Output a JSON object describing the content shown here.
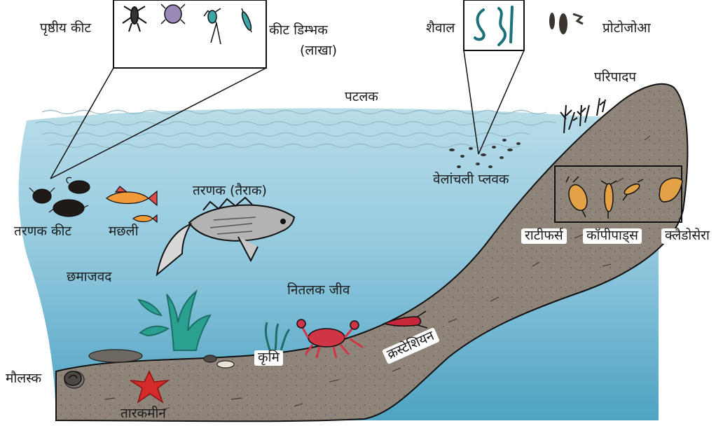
{
  "labels": {
    "surface_insects": "पृष्ठीय कीट",
    "insect_larvae_line1": "कीट डिम्भक",
    "insect_larvae_line2": "(लाखा)",
    "algae": "शैवाल",
    "protozoa": "प्रोटोजोआ",
    "surface_film": "पटलक",
    "periphyton": "परिपादप",
    "littoral_plankton": "वेलांचली प्लवक",
    "swimmer": "तरणक (तैराक)",
    "swimming_insects": "तरणक कीट",
    "fish": "मछली",
    "rotifers": "राटीफर्स",
    "copepods": "कॉपीपाड्स",
    "cladocera": "क्लैडोसेरा",
    "limnetic": "छमाजवद",
    "benthic": "नितलक जीव",
    "worms": "कृमि",
    "crustaceans": "क्रस्टेशियन",
    "molluscs": "मौलस्क",
    "starfish": "तारकमीन"
  },
  "colors": {
    "water_top": "#b9dde9",
    "water_mid": "#8fc6dc",
    "water_bottom": "#57a9c8",
    "sediment": "#8e8479",
    "outline": "#111111",
    "weed": "#2aa190",
    "starfish": "#d42a2a",
    "crab": "#d03545",
    "zooplankton": "#e3a245"
  }
}
